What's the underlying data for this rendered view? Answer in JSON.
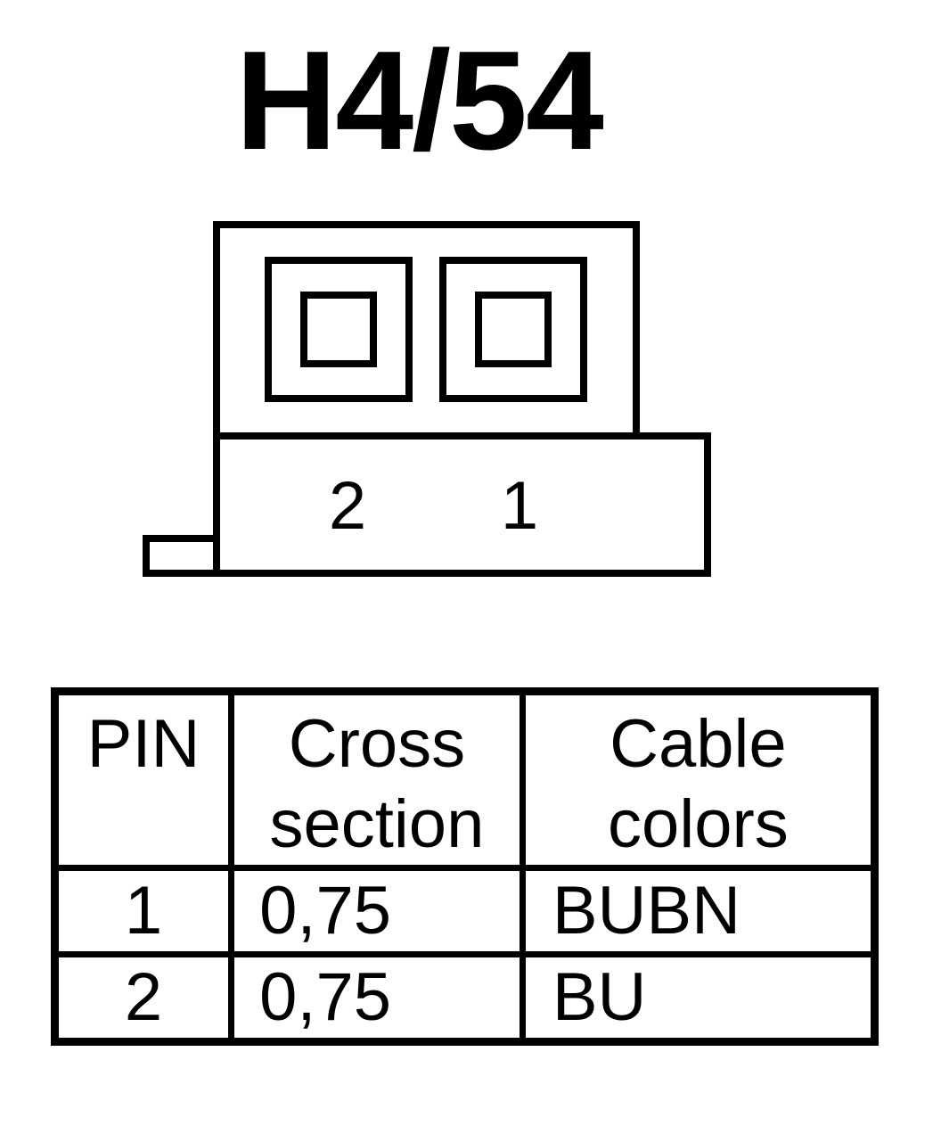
{
  "title": "H4/54",
  "connector": {
    "pin_labels": [
      "2",
      "1"
    ]
  },
  "table": {
    "headers": [
      {
        "lines": [
          "PIN"
        ]
      },
      {
        "lines": [
          "Cross",
          "section"
        ]
      },
      {
        "lines": [
          "Cable",
          "colors"
        ]
      }
    ],
    "rows": [
      {
        "pin": "1",
        "cross_section": "0,75",
        "color": "BUBN"
      },
      {
        "pin": "2",
        "cross_section": "0,75",
        "color": "BU"
      }
    ]
  }
}
